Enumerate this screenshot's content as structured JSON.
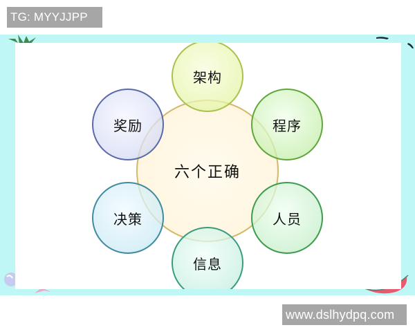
{
  "labels": {
    "top_tag": "TG: MYYJJPP",
    "bottom_tag": "www.dslhydpq.com"
  },
  "diagram": {
    "center": {
      "label": "六个正确",
      "color": "#fdf3d8",
      "border": "#d4b868"
    },
    "nodes": [
      {
        "id": "top",
        "label": "架构",
        "color": "#e6f5aa",
        "border": "#a9c14d"
      },
      {
        "id": "top-left",
        "label": "奖励",
        "color": "#d7dcf5",
        "border": "#5a6aa8"
      },
      {
        "id": "top-right",
        "label": "程序",
        "color": "#c8f0af",
        "border": "#5fa63c"
      },
      {
        "id": "bottom-left",
        "label": "决策",
        "color": "#cdebf5",
        "border": "#3f8aa0"
      },
      {
        "id": "bottom-right",
        "label": "人员",
        "color": "#c8f0cd",
        "border": "#3d9a4e"
      },
      {
        "id": "bottom",
        "label": "信息",
        "color": "#c8f0e1",
        "border": "#3a9c7c"
      }
    ]
  },
  "frame": {
    "background": "#bff7f7",
    "panel": "#ffffff"
  }
}
